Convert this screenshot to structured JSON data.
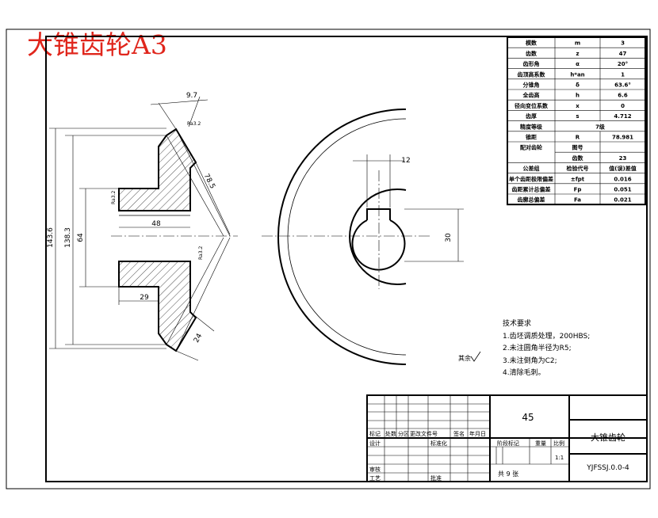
{
  "title": "大锥齿轮A3",
  "params": {
    "rows": [
      [
        "模数",
        "m",
        "3"
      ],
      [
        "齿数",
        "z",
        "47"
      ],
      [
        "齿形角",
        "α",
        "20°"
      ],
      [
        "齿顶高系数",
        "h*an",
        "1"
      ],
      [
        "分锥角",
        "δ",
        "63.6°"
      ],
      [
        "全齿高",
        "h",
        "6.6"
      ],
      [
        "径向变位系数",
        "x",
        "0"
      ],
      [
        "齿厚",
        "s",
        "4.712"
      ],
      [
        "精度等级",
        "",
        "7级"
      ],
      [
        "锥距",
        "R",
        "78.981"
      ],
      [
        "配对齿轮",
        "图号",
        ""
      ],
      [
        "",
        "齿数",
        "23"
      ],
      [
        "公差组",
        "检验代号",
        "值(误)差值"
      ],
      [
        "单个齿距极限偏差",
        "±fpt",
        "0.016"
      ],
      [
        "齿距累计总偏差",
        "Fp",
        "0.051"
      ],
      [
        "齿廓总偏差",
        "Fa",
        "0.021"
      ]
    ]
  },
  "dims": {
    "d143": "143.6",
    "d138": "138.3",
    "d64": "64",
    "d48": "48",
    "d29": "29",
    "d97": "9.7",
    "d785": "78.5",
    "d24": "24",
    "d12": "12",
    "d30": "30",
    "ra1": "Ra3.2",
    "ra2": "Ra3.2",
    "ra3": "Ra3.2"
  },
  "notes": {
    "heading": "技术要求",
    "items": [
      "1.齿坯调质处理，200HBS;",
      "2.未注圆角半径为R5;",
      "3.未注倒角为C2;",
      "4.清除毛刺。"
    ],
    "rough_other": "其余"
  },
  "title_block": {
    "material": "45",
    "part_name": "大锥齿轮",
    "drawing_no": "YJFSSJ.0.0-4",
    "scale_label": "比例",
    "scale": "1:1",
    "weight_label": "重量",
    "stage_label": "阶段标记",
    "sheets": "共 9 张",
    "cols": [
      "标记",
      "处数",
      "分区",
      "更改文件号",
      "签名",
      "年月日"
    ],
    "design": "设计",
    "standard": "标准化",
    "review": "审核",
    "process": "工艺",
    "approve": "批准"
  },
  "colors": {
    "line": "#000000",
    "title": "#e0261c"
  }
}
